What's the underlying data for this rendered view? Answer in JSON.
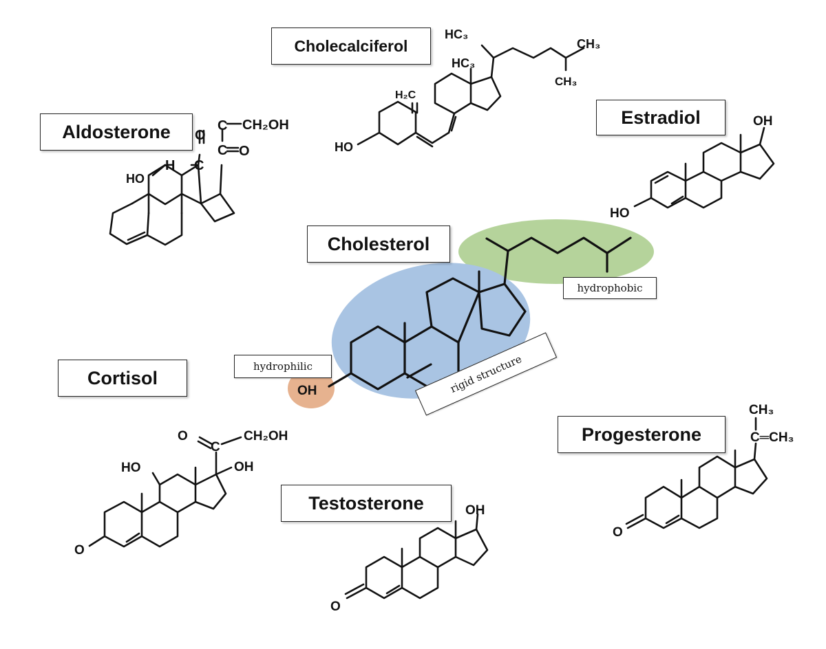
{
  "colors": {
    "hydrophobic_region": "#b5d39b",
    "rigid_region": "#a9c4e3",
    "hydrophilic_region": "#e6b28f"
  },
  "titles": {
    "cholecalciferol": "Cholecalciferol",
    "aldosterone": "Aldosterone",
    "estradiol": "Estradiol",
    "cholesterol": "Cholesterol",
    "cortisol": "Cortisol",
    "progesterone": "Progesterone",
    "testosterone": "Testosterone"
  },
  "annotations": {
    "hydrophobic": "hydrophobic",
    "hydrophilic": "hydrophilic",
    "rigid": "rigid structure"
  },
  "groups": {
    "oh": "OH",
    "ho": "HO",
    "o": "O",
    "c": "C",
    "h": "H",
    "ch2oh": "CH₂OH",
    "h2c": "H₂C",
    "hc3": "HC₃",
    "ch3": "CH₃",
    "ch3_spaced": "CH₃",
    "ch2oh_cortisol": "CH₂OH",
    "c_double_ch3": "C═CH₃"
  }
}
